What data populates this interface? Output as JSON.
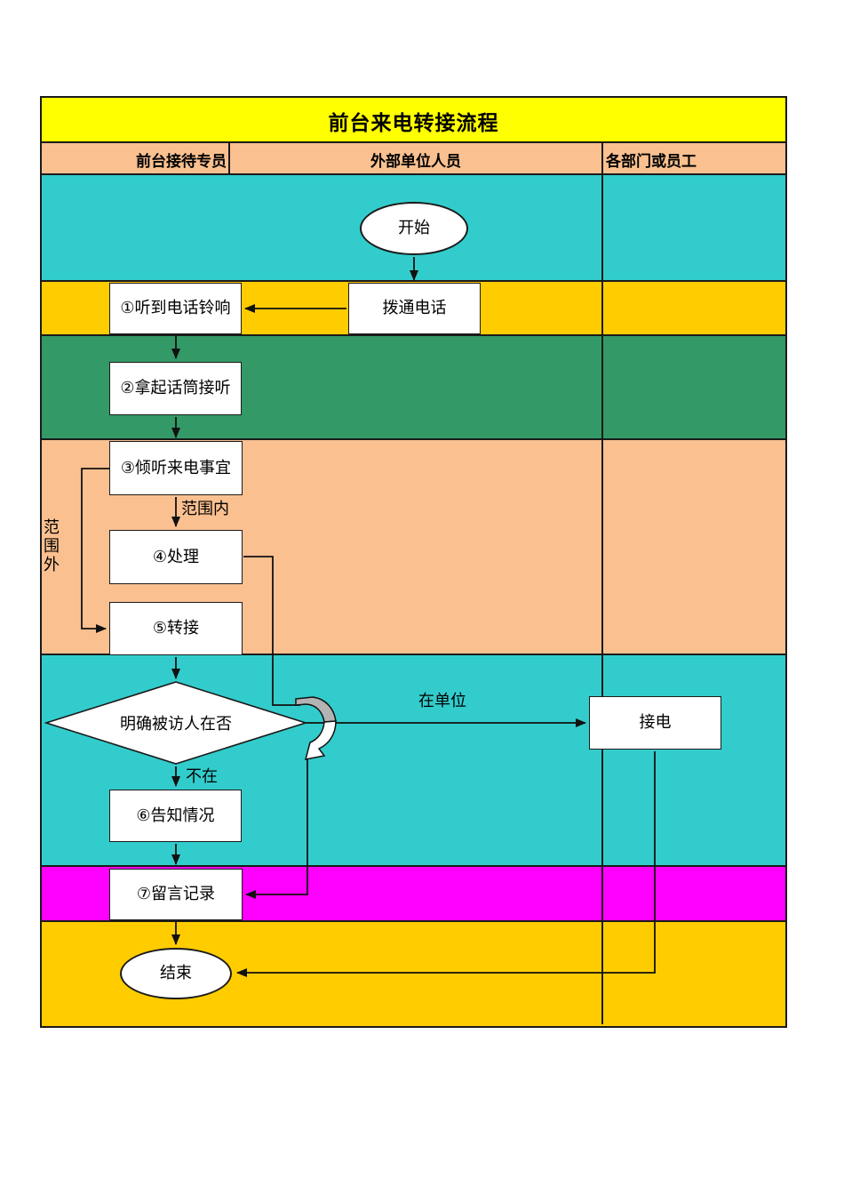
{
  "title": "前台来电转接流程",
  "header": {
    "columns": [
      "前台接待专员",
      "外部单位人员",
      "各部门或员工"
    ]
  },
  "nodes": {
    "start": "开始",
    "dial": "拨通电话",
    "hear_ring": "①听到电话铃响",
    "pickup": "②拿起话筒接听",
    "listen": "③倾听来电事宜",
    "handle": "④处理",
    "transfer": "⑤转接",
    "decision": "明确被访人在否",
    "answer": "接电",
    "inform": "⑥告知情况",
    "message": "⑦留言记录",
    "end": "结束"
  },
  "edge_labels": {
    "in_scope": "范围内",
    "out_of_scope": "范围外",
    "at_unit": "在单位",
    "not_in": "不在"
  },
  "colors": {
    "title_bg": "#FFFF00",
    "header_bg": "#FAC090",
    "teal_band": "#33CCCC",
    "gold_band": "#FFCC00",
    "green_band": "#339966",
    "peach_band": "#FAC090",
    "magenta_band": "#FF00FF",
    "node_bg": "#FFFFFF",
    "line": "#1A1A1A"
  }
}
